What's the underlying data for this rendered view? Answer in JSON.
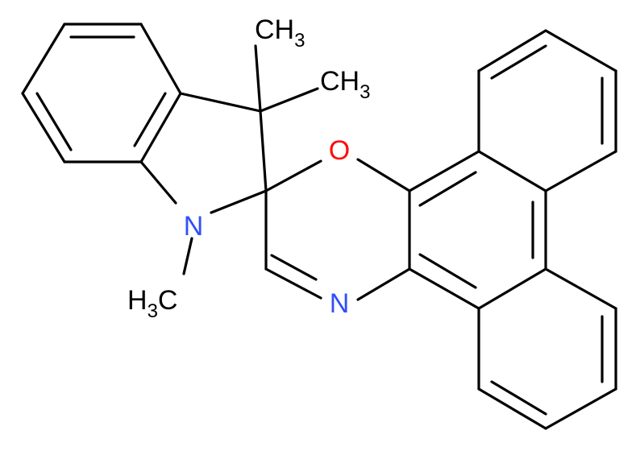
{
  "molecule": {
    "labels": {
      "oxygen": "O",
      "nitrogen_ring": "N",
      "nitrogen_indoline": "N",
      "methyl_top_1": {
        "main": "CH",
        "sub": "3"
      },
      "methyl_top_2": {
        "main": "CH",
        "sub": "3"
      },
      "methyl_n": {
        "main": "H",
        "sub": "3",
        "tail": "C"
      }
    },
    "colors": {
      "bond": "#000000",
      "oxygen": "#ff0d0d",
      "nitrogen": "#3050f8",
      "carbon_label": "#000000"
    }
  }
}
